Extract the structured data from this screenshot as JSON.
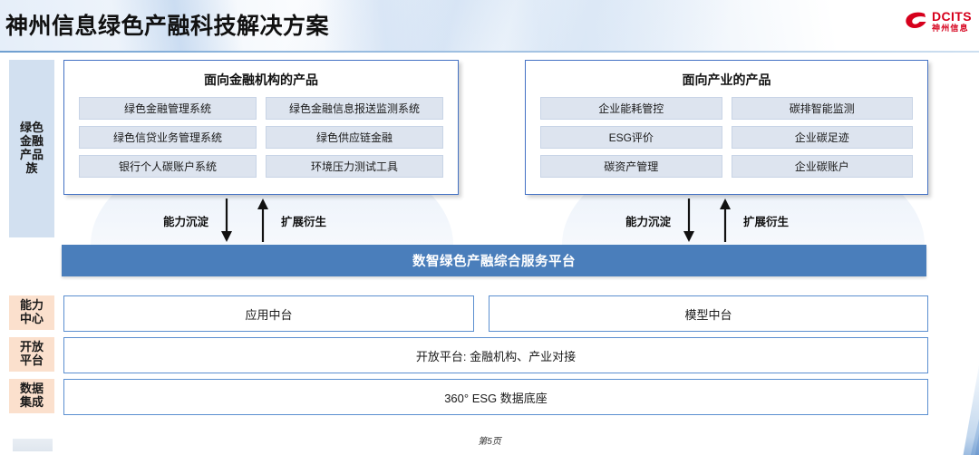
{
  "header": {
    "title": "神州信息绿色产融科技解决方案",
    "logo": {
      "mark": "swoosh-icon",
      "en": "DCITS",
      "cn": "神州信息",
      "color": "#d6001c"
    }
  },
  "sidebar": {
    "items": [
      {
        "id": "products",
        "label": "绿色\n金融\n产品\n族",
        "color": "#d2e0f0"
      },
      {
        "id": "capability",
        "label": "能力\n中心",
        "color": "#fbe0cd"
      },
      {
        "id": "open",
        "label": "开放\n平台",
        "color": "#fbe0cd"
      },
      {
        "id": "data",
        "label": "数据\n集成",
        "color": "#fbe0cd"
      }
    ]
  },
  "panels": [
    {
      "id": "financial",
      "title": "面向金融机构的产品",
      "items": [
        "绿色金融管理系统",
        "绿色金融信息报送监测系统",
        "绿色信贷业务管理系统",
        "绿色供应链金融",
        "银行个人碳账户系统",
        "环境压力测试工具"
      ]
    },
    {
      "id": "industry",
      "title": "面向产业的产品",
      "items": [
        "企业能耗管控",
        "碳排智能监测",
        "ESG评价",
        "企业碳足迹",
        "碳资产管理",
        "企业碳账户"
      ]
    }
  ],
  "flows": [
    {
      "id": "left",
      "down_label": "能力沉淀",
      "up_label": "扩展衍生"
    },
    {
      "id": "right",
      "down_label": "能力沉淀",
      "up_label": "扩展衍生"
    }
  ],
  "platform": {
    "label": "数智绿色产融综合服务平台",
    "color": "#4a7ebb"
  },
  "layers": {
    "capability": [
      {
        "id": "app",
        "label": "应用中台"
      },
      {
        "id": "model",
        "label": "模型中台"
      }
    ],
    "open": {
      "label": "开放平台: 金融机构、产业对接"
    },
    "data": {
      "label": "360° ESG 数据底座"
    }
  },
  "footer": {
    "page": "第5页"
  }
}
